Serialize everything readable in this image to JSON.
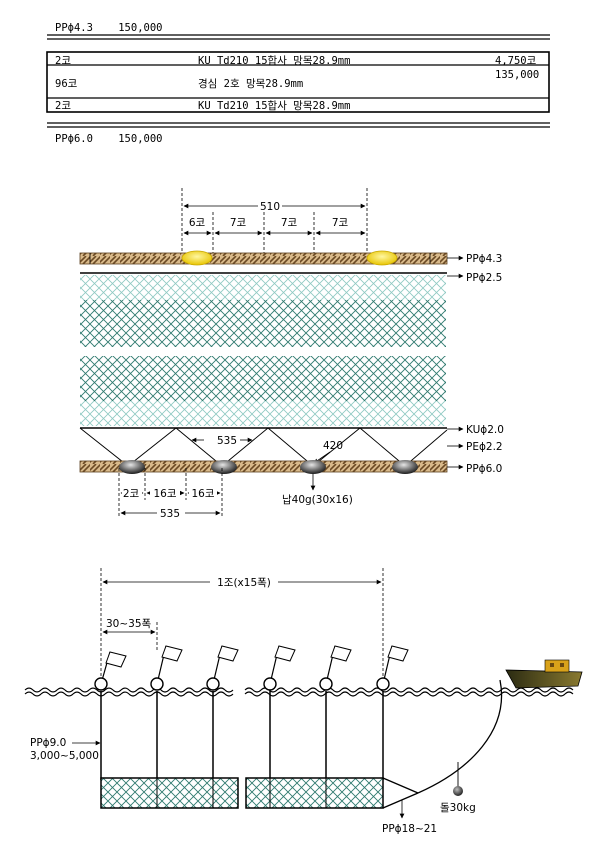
{
  "top_spec": {
    "rope": "PPϕ4.3",
    "length": "150,000"
  },
  "net_table": {
    "rows": [
      {
        "count": "2코",
        "desc": "KU Td210 15합사 망목28.9mm"
      },
      {
        "count": "96코",
        "desc": "경심 2호 망목28.9mm"
      },
      {
        "count": "2코",
        "desc": "KU Td210 15합사 망목28.9mm"
      }
    ],
    "total_meshes": "4,750코",
    "total_length": "135,000"
  },
  "bottom_spec": {
    "rope": "PPϕ6.0",
    "length": "150,000"
  },
  "detail": {
    "top_span": "510",
    "top_segments": [
      "6코",
      "7코",
      "7코",
      "7코"
    ],
    "labels": {
      "float_rope": "PPϕ4.3",
      "head_rope": "PPϕ2.5",
      "foot_rope": "KUϕ2.0",
      "diag_rope": "PEϕ2.2",
      "sinker_rope": "PPϕ6.0"
    },
    "diag_span": "535",
    "diag_len": "420",
    "bottom_segments": [
      "2코",
      "16코",
      "16코"
    ],
    "bottom_span": "535",
    "sinker": "납40g(30x16)"
  },
  "setup": {
    "unit_span": "1조(x15폭)",
    "buoy_spacing": "30~35폭",
    "buoy_line": "PPϕ9.0",
    "buoy_line_len": "3,000~5,000",
    "anchor_line": "PPϕ18~21",
    "anchor_weight": "돌30kg"
  }
}
